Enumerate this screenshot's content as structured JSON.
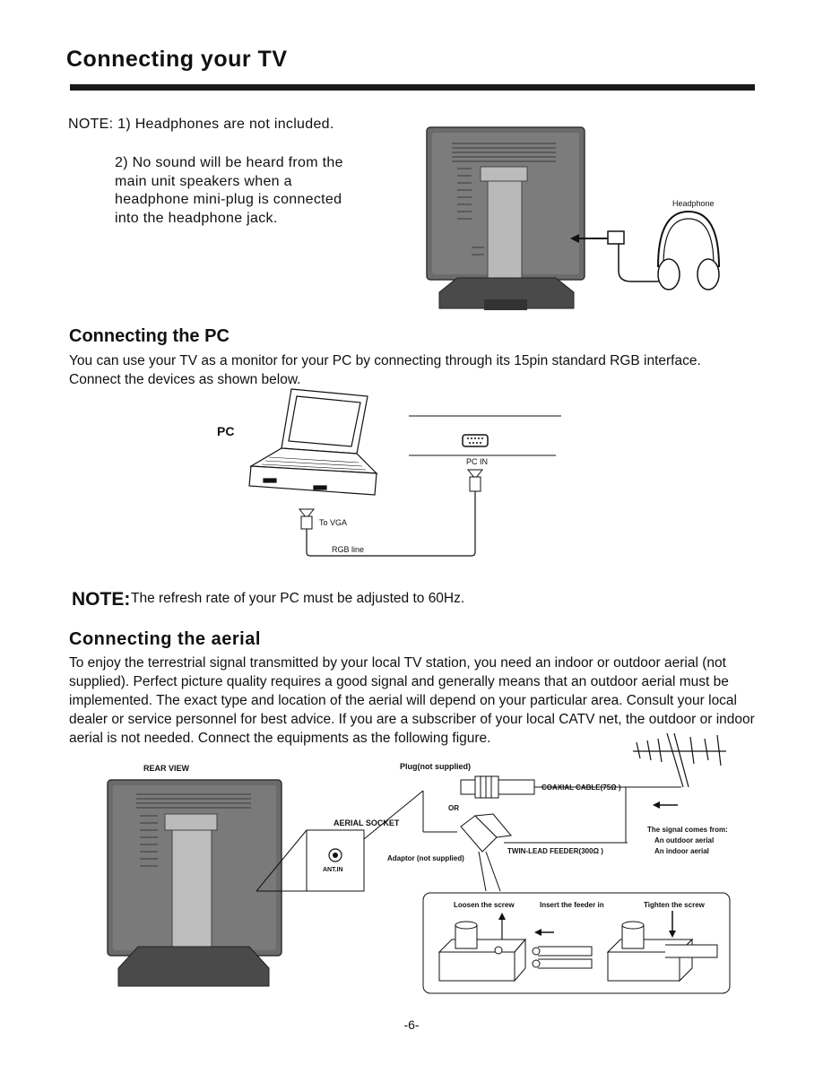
{
  "page": {
    "title": "Connecting your TV",
    "page_number": "-6-"
  },
  "headphone_section": {
    "note1": "NOTE: 1) Headphones are not included.",
    "note2": "2) No sound will be heard from the main unit speakers when a headphone mini-plug is connected into the headphone jack.",
    "headphone_label": "Headphone"
  },
  "pc_section": {
    "heading": "Connecting the PC",
    "body": "You can use your TV as a monitor for your PC by connecting through its 15pin standard RGB interface. Connect the devices as shown below.",
    "pc_label": "PC",
    "pc_in_label": "PC IN",
    "to_vga_label": "To VGA",
    "rgb_line_label": "RGB line",
    "note_keyword": "NOTE:",
    "note_text": "The refresh rate of your PC must be adjusted to 60Hz."
  },
  "aerial_section": {
    "heading": "Connecting the aerial",
    "body": "To enjoy the terrestrial signal transmitted by your local TV station, you need an indoor or outdoor aerial (not supplied). Perfect picture quality requires a good signal and generally means that an outdoor aerial must be implemented. The exact type and location of the aerial will depend on your particular area. Consult your local dealer or service personnel for best advice. If you are a subscriber of your local CATV net, the outdoor or indoor aerial is not needed. Connect the equipments as the following figure.",
    "rear_view": "REAR VIEW",
    "plug": "Plug(not supplied)",
    "coaxial_cable": "COAXIAL CABLE(75Ω )",
    "or": "OR",
    "aerial_socket": "AERIAL SOCKET",
    "ant_in": "ANT.IN",
    "adaptor": "Adaptor (not supplied)",
    "twin_lead": "TWIN-LEAD FEEDER(300Ω )",
    "signal_from": "The signal comes from:",
    "outdoor_aerial": "An outdoor aerial",
    "indoor_aerial": "An indoor aerial",
    "loosen_screw": "Loosen the screw",
    "insert_feeder": "Insert the feeder in",
    "tighten_screw": "Tighten the screw"
  }
}
